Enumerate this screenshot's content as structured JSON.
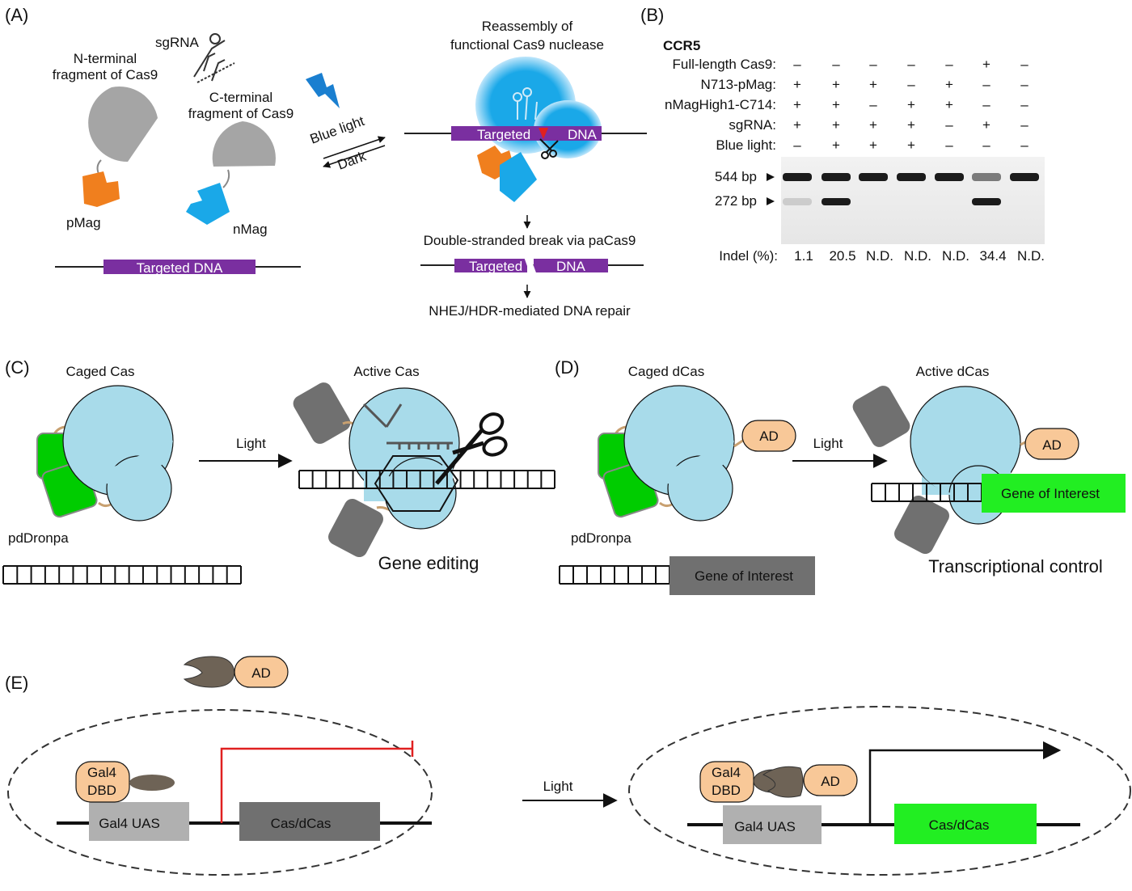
{
  "panels": {
    "a": "(A)",
    "b": "(B)",
    "c": "(C)",
    "d": "(D)",
    "e": "(E)"
  },
  "panel_a": {
    "n_terminal": [
      "N-terminal",
      "fragment of Cas9"
    ],
    "sgrna": "sgRNA",
    "c_terminal": [
      "C-terminal",
      "fragment of Cas9"
    ],
    "pmag": "pMag",
    "nmag": "nMag",
    "targeted_dna": "Targeted DNA",
    "blue_light": "Blue light",
    "dark": "Dark",
    "reassembly": [
      "Reassembly of",
      "functional Cas9 nuclease"
    ],
    "targeted": "Targeted",
    "dna": "DNA",
    "dsb": "Double-stranded break via paCas9",
    "repair": "NHEJ/HDR-mediated DNA repair"
  },
  "panel_b": {
    "gene": "CCR5",
    "rows": [
      {
        "label": "Full-length Cas9:",
        "values": [
          "–",
          "–",
          "–",
          "–",
          "–",
          "+",
          "–"
        ]
      },
      {
        "label": "N713-pMag:",
        "values": [
          "+",
          "+",
          "+",
          "–",
          "+",
          "–",
          "–"
        ]
      },
      {
        "label": "nMagHigh1-C714:",
        "values": [
          "+",
          "+",
          "–",
          "+",
          "+",
          "–",
          "–"
        ]
      },
      {
        "label": "sgRNA:",
        "values": [
          "+",
          "+",
          "+",
          "+",
          "–",
          "+",
          "–"
        ]
      },
      {
        "label": "Blue light:",
        "values": [
          "–",
          "+",
          "+",
          "+",
          "–",
          "–",
          "–"
        ]
      }
    ],
    "bp544": "544 bp",
    "bp272": "272 bp",
    "indel_label": "Indel (%):",
    "indel": [
      "1.1",
      "20.5",
      "N.D.",
      "N.D.",
      "N.D.",
      "34.4",
      "N.D."
    ]
  },
  "panel_c": {
    "caged": "Caged Cas",
    "active": "Active Cas",
    "light": "Light",
    "pddronpa": "pdDronpa",
    "outcome": "Gene editing"
  },
  "panel_d": {
    "caged": "Caged dCas",
    "active": "Active dCas",
    "light": "Light",
    "ad": "AD",
    "pddronpa": "pdDronpa",
    "goi": "Gene of Interest",
    "outcome": "Transcriptional control"
  },
  "panel_e": {
    "ad": "AD",
    "gal4": "Gal4",
    "dbd": "DBD",
    "uas": "Gal4 UAS",
    "cas": "Cas/dCas",
    "light": "Light"
  },
  "colors": {
    "purple": "#7a2fa0",
    "orange": "#f07f1e",
    "cyan": "#1aa8e8",
    "lightblue": "#a8dbea",
    "green": "#00cc00",
    "bright_green": "#22ee22",
    "peach": "#f8c898",
    "grey": "#a0a0a0",
    "darkgrey": "#707070",
    "red": "#e02020"
  }
}
